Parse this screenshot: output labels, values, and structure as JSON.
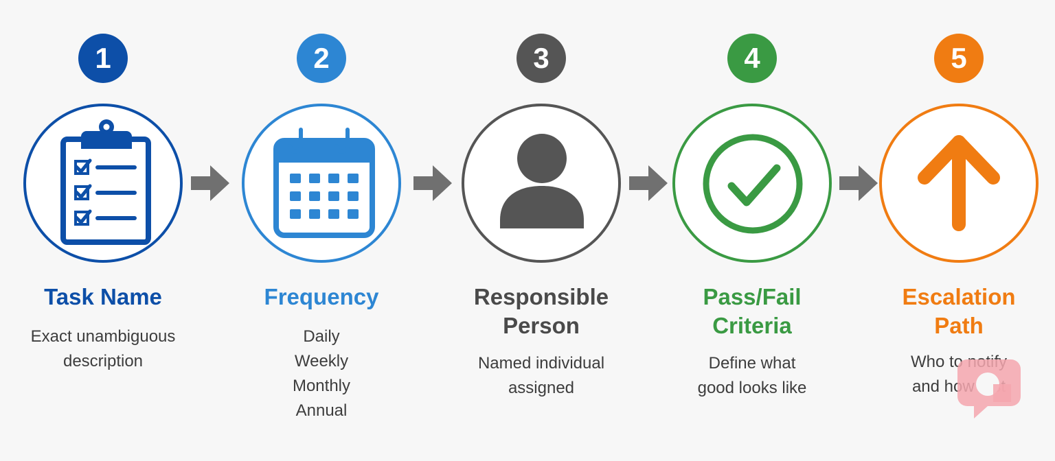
{
  "steps": [
    {
      "number": "1",
      "title": "Task Name",
      "description": "Exact unambiguous\ndescription",
      "icon": "clipboard-checklist-icon",
      "color": "#0d4fa8"
    },
    {
      "number": "2",
      "title": "Frequency",
      "description": "Daily\nWeekly\nMonthly\nAnnual",
      "icon": "calendar-icon",
      "color": "#2d86d3"
    },
    {
      "number": "3",
      "title": "Responsible\nPerson",
      "description": "Named individual\nassigned",
      "icon": "person-icon",
      "color": "#555555"
    },
    {
      "number": "4",
      "title": "Pass/Fail\nCriteria",
      "description": "Define what\ngood looks like",
      "icon": "checkmark-icon",
      "color": "#3a9a43"
    },
    {
      "number": "5",
      "title": "Escalation\nPath",
      "description": "Who to notify\nand how fast",
      "icon": "arrow-up-icon",
      "color": "#f07c12"
    }
  ],
  "connector": {
    "icon": "arrow-right-icon",
    "color": "#707070"
  },
  "watermark": {
    "icon": "watermark-logo-icon",
    "color": "#f4a6ae"
  }
}
